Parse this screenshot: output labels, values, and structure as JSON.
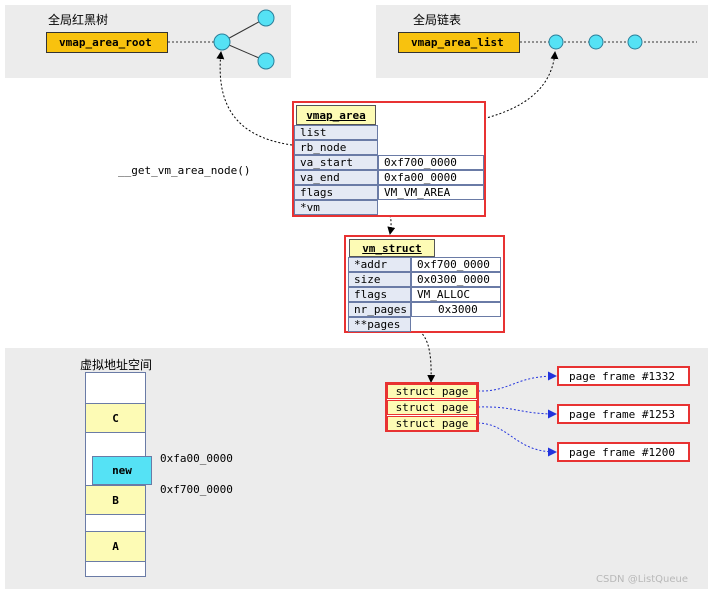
{
  "rbtree_panel": {
    "title": "全局红黑树",
    "root_label": "vmap_area_root"
  },
  "list_panel": {
    "title": "全局链表",
    "list_label": "vmap_area_list"
  },
  "func_label": "__get_vm_area_node()",
  "vmap_area": {
    "name": "vmap_area",
    "rows": [
      {
        "field": "list",
        "value": ""
      },
      {
        "field": "rb_node",
        "value": ""
      },
      {
        "field": "va_start",
        "value": "0xf700_0000"
      },
      {
        "field": "va_end",
        "value": "0xfa00_0000"
      },
      {
        "field": "flags",
        "value": "VM_VM_AREA"
      },
      {
        "field": "*vm",
        "value": ""
      }
    ]
  },
  "vm_struct": {
    "name": "vm_struct",
    "rows": [
      {
        "field": "*addr",
        "value": "0xf700_0000"
      },
      {
        "field": "size",
        "value": "0x0300_0000"
      },
      {
        "field": "flags",
        "value": "VM_ALLOC"
      },
      {
        "field": "nr_pages",
        "value": "0x3000"
      },
      {
        "field": "**pages",
        "value": ""
      }
    ]
  },
  "vas_panel": {
    "title": "虚拟地址空间",
    "blocks": [
      "C",
      "new",
      "B",
      "A"
    ],
    "addr_end": "0xfa00_0000",
    "addr_start": "0xf700_0000"
  },
  "struct_pages": [
    "struct page",
    "struct page",
    "struct page"
  ],
  "page_frames": [
    "page frame #1332",
    "page frame #1253",
    "page frame #1200"
  ],
  "watermark": "CSDN @ListQueue",
  "colors": {
    "panel_bg": "#ececec",
    "node_fill": "#55e2f5",
    "root_fill": "#f8c20e",
    "struct_border": "#e83232",
    "header_fill": "#fdfbb5",
    "row_fill": "#e4e9f4",
    "arrow_blue": "#2233dd"
  }
}
